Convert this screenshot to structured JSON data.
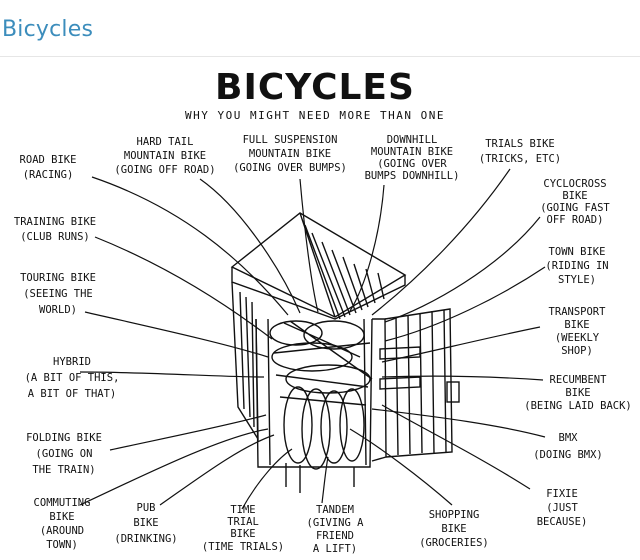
{
  "page": {
    "title": "Bicycles"
  },
  "illustration": {
    "heading": "BICYCLES",
    "subheading": "WHY YOU MIGHT NEED MORE THAN ONE",
    "labels": {
      "road_bike": [
        "ROAD BIKE",
        "(RACING)"
      ],
      "hard_tail": [
        "HARD TAIL",
        "MOUNTAIN BIKE",
        "(GOING OFF ROAD)"
      ],
      "full_suspension": [
        "FULL SUSPENSION",
        "MOUNTAIN BIKE",
        "(GOING OVER BUMPS)"
      ],
      "downhill": [
        "DOWNHILL",
        "MOUNTAIN BIKE",
        "(GOING OVER",
        "BUMPS DOWNHILL)"
      ],
      "trials": [
        "TRIALS BIKE",
        "(TRICKS, ETC)"
      ],
      "cyclocross": [
        "CYCLOCROSS",
        "BIKE",
        "(GOING FAST",
        "OFF ROAD)"
      ],
      "training": [
        "TRAINING BIKE",
        "(CLUB RUNS)"
      ],
      "touring": [
        "TOURING BIKE",
        "(SEEING THE",
        "WORLD)"
      ],
      "town": [
        "TOWN BIKE",
        "(RIDING IN",
        "STYLE)"
      ],
      "transport": [
        "TRANSPORT",
        "BIKE",
        "(WEEKLY",
        "SHOP)"
      ],
      "hybrid": [
        "HYBRID",
        "(A BIT OF THIS,",
        "A BIT OF THAT)"
      ],
      "recumbent": [
        "RECUMBENT",
        "BIKE",
        "(BEING LAID BACK)"
      ],
      "folding": [
        "FOLDING BIKE",
        "(GOING ON",
        "THE TRAIN)"
      ],
      "bmx": [
        "BMX",
        "(DOING BMX)"
      ],
      "commuting": [
        "COMMUTING",
        "BIKE",
        "(AROUND",
        "TOWN)"
      ],
      "pub": [
        "PUB",
        "BIKE",
        "(DRINKING)"
      ],
      "time_trial": [
        "TIME",
        "TRIAL",
        "BIKE",
        "(TIME TRIALS)"
      ],
      "tandem": [
        "TANDEM",
        "(GIVING A",
        "FRIEND",
        "A LIFT)"
      ],
      "shopping": [
        "SHOPPING",
        "BIKE",
        "(GROCERIES)"
      ],
      "fixie": [
        "FIXIE",
        "(JUST",
        "BECAUSE)"
      ]
    }
  }
}
